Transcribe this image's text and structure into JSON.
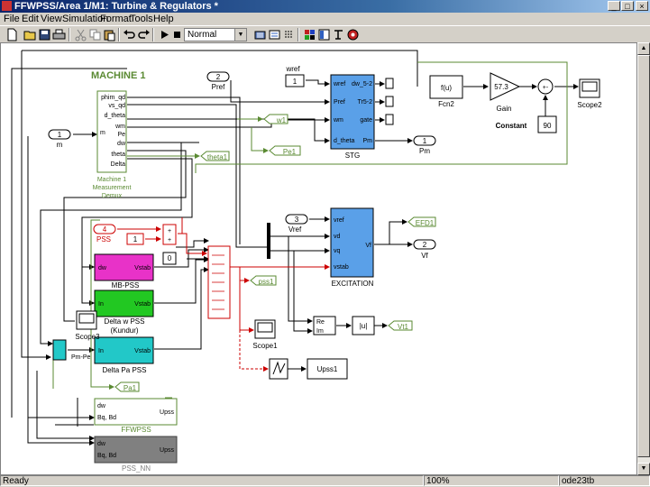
{
  "window": {
    "title": "FFWPSS/Area 1/M1: Turbine & Regulators *",
    "min": "_",
    "max": "□",
    "close": "×"
  },
  "menu": [
    "File",
    "Edit",
    "View",
    "Simulation",
    "Format",
    "Tools",
    "Help"
  ],
  "toolbar": {
    "sim_mode": "Normal"
  },
  "diagram": {
    "machine_title": "MACHINE 1",
    "demux_ports": [
      "phim_qd",
      "vs_qd",
      "d_theta",
      "wm",
      "Pe",
      "dw",
      "theta",
      "Delta"
    ],
    "demux_in_m": "m",
    "demux_label": [
      "Machine 1",
      "Measurement",
      "Demux"
    ],
    "m_in": {
      "num": "1",
      "label": "m"
    },
    "pref": {
      "num": "2",
      "label": "Pref"
    },
    "wref": {
      "value": "1",
      "label": "wref"
    },
    "stg": {
      "name": "STG",
      "inputs": [
        "wref",
        "Pref",
        "wm",
        "d_theta"
      ],
      "outputs": [
        "dw_5-2",
        "Tr5-2",
        "gate",
        "Pm"
      ]
    },
    "pm_out": {
      "num": "1",
      "label": "Pm"
    },
    "goto_w1": "w1",
    "goto_pe1": "Pe1",
    "goto_theta1": "theta1",
    "fcn": {
      "expr": "f(u)",
      "label": "Fcn2"
    },
    "gain": {
      "value": "57.3",
      "label": "Gain"
    },
    "sum_sign": "+-",
    "constant": {
      "value": "90",
      "label": "Constant"
    },
    "scope2": "Scope2",
    "pss_in": {
      "num": "4",
      "label": "PSS"
    },
    "const1": "1",
    "const0": "0",
    "vref_in": {
      "num": "3",
      "label": "Vref"
    },
    "excitation": {
      "name": "EXCITATION",
      "inputs": [
        "vref",
        "vd",
        "vq",
        "vstab"
      ],
      "output": "Vf"
    },
    "goto_efd1": "EFD1",
    "vf_out": {
      "num": "2",
      "label": "Vf"
    },
    "goto_pss1": "pss1",
    "mb_pss": {
      "name": "MB-PSS",
      "in": "dw",
      "out": "Vstab"
    },
    "dw_pss": {
      "name1": "Delta w PSS",
      "name2": "(Kundur)",
      "in": "In",
      "out": "Vstab"
    },
    "dpa_pss": {
      "name": "Delta Pa PSS",
      "in": "In",
      "out": "Vstab"
    },
    "scope3": "Scope3",
    "sub_label": "Pm-Pe",
    "scope1": "Scope1",
    "re_im": [
      "Re",
      "Im"
    ],
    "abs_u": "|u|",
    "goto_vt1": "Vt1",
    "upss1": "Upss1",
    "goto_pa1": "Pa1",
    "ffwpss": {
      "name": "FFWPSS",
      "inputs": [
        "dw",
        "Bq, Bd"
      ],
      "out": "Upss"
    },
    "pss_nn": {
      "name": "PSS_NN",
      "inputs": [
        "dw",
        "Bq, Bd"
      ],
      "out": "Upss"
    }
  },
  "status": {
    "left": "Ready",
    "zoom": "100%",
    "solver": "ode23tb"
  },
  "colors": {
    "signal": "#000000",
    "goto": "#5a8a32",
    "pss_line": "#cc0000",
    "stg_block": "#5aa0e8",
    "mb_pss": "#e832c8",
    "dw_pss": "#22c822",
    "dpa_pss": "#22c8c8",
    "pss_nn": "#808080"
  }
}
